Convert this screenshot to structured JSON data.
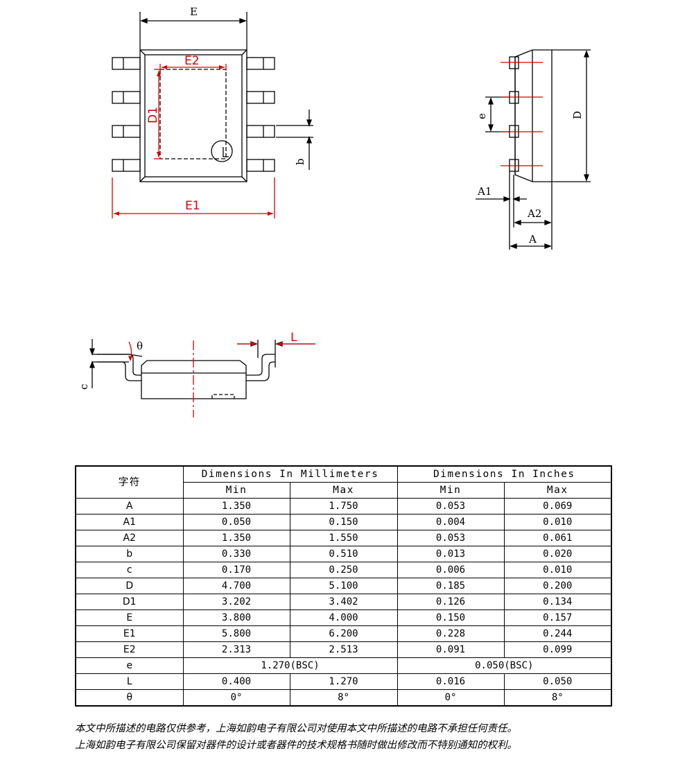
{
  "drawing_labels": {
    "E": "E",
    "E2": "E2",
    "D1": "D1",
    "b": "b",
    "E1": "E1",
    "e": "e",
    "D": "D",
    "A1": "A1",
    "A2": "A2",
    "A": "A",
    "theta": "θ",
    "L": "L",
    "c": "c"
  },
  "table": {
    "symbol_header": "字符",
    "mm_header": "Dimensions In Millimeters",
    "in_header": "Dimensions In Inches",
    "min_label": "Min",
    "max_label": "Max",
    "rows": [
      {
        "sym": "A",
        "mm_min": "1.350",
        "mm_max": "1.750",
        "in_min": "0.053",
        "in_max": "0.069"
      },
      {
        "sym": "A1",
        "mm_min": "0.050",
        "mm_max": "0.150",
        "in_min": "0.004",
        "in_max": "0.010"
      },
      {
        "sym": "A2",
        "mm_min": "1.350",
        "mm_max": "1.550",
        "in_min": "0.053",
        "in_max": "0.061"
      },
      {
        "sym": "b",
        "mm_min": "0.330",
        "mm_max": "0.510",
        "in_min": "0.013",
        "in_max": "0.020"
      },
      {
        "sym": "c",
        "mm_min": "0.170",
        "mm_max": "0.250",
        "in_min": "0.006",
        "in_max": "0.010"
      },
      {
        "sym": "D",
        "mm_min": "4.700",
        "mm_max": "5.100",
        "in_min": "0.185",
        "in_max": "0.200"
      },
      {
        "sym": "D1",
        "mm_min": "3.202",
        "mm_max": "3.402",
        "in_min": "0.126",
        "in_max": "0.134"
      },
      {
        "sym": "E",
        "mm_min": "3.800",
        "mm_max": "4.000",
        "in_min": "0.150",
        "in_max": "0.157"
      },
      {
        "sym": "E1",
        "mm_min": "5.800",
        "mm_max": "6.200",
        "in_min": "0.228",
        "in_max": "0.244"
      },
      {
        "sym": "E2",
        "mm_min": "2.313",
        "mm_max": "2.513",
        "in_min": "0.091",
        "in_max": "0.099"
      }
    ],
    "e_row": {
      "sym": "e",
      "mm": "1.270(BSC)",
      "in": "0.050(BSC)"
    },
    "tail_rows": [
      {
        "sym": "L",
        "mm_min": "0.400",
        "mm_max": "1.270",
        "in_min": "0.016",
        "in_max": "0.050"
      },
      {
        "sym": "θ",
        "mm_min": "0°",
        "mm_max": "8°",
        "in_min": "0°",
        "in_max": "8°"
      }
    ]
  },
  "footnote": {
    "line1": "本文中所描述的电路仅供参考，上海如韵电子有限公司对使用本文中所描述的电路不承担任何责任。",
    "line2": "上海如韵电子有限公司保留对器件的设计或者器件的技术规格书随时做出修改而不特别通知的权利。"
  },
  "colors": {
    "line": "#000000",
    "dimension_red": "#d40000"
  }
}
